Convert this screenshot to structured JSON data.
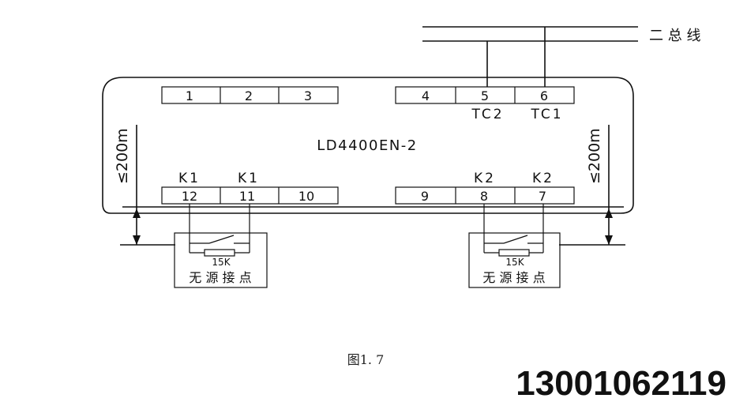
{
  "bus_label": "二 总 线",
  "device_label": "LD4400EN-2",
  "distance_label": "≤200m",
  "terminals": {
    "t1": "1",
    "t2": "2",
    "t3": "3",
    "t4": "4",
    "t5": "5",
    "t6": "6",
    "t12": "12",
    "t11": "11",
    "t10": "10",
    "t9": "9",
    "t8": "8",
    "t7": "7"
  },
  "terminal_tags": {
    "tc2": "TC2",
    "tc1": "TC1",
    "k1_a": "K1",
    "k1_b": "K1",
    "k2_a": "K2",
    "k2_b": "K2"
  },
  "contact_left": {
    "resistor": "15K",
    "label": "无 源 接 点"
  },
  "contact_right": {
    "resistor": "15K",
    "label": "无 源 接 点"
  },
  "caption": "图1. 7",
  "phone": "13001062119"
}
